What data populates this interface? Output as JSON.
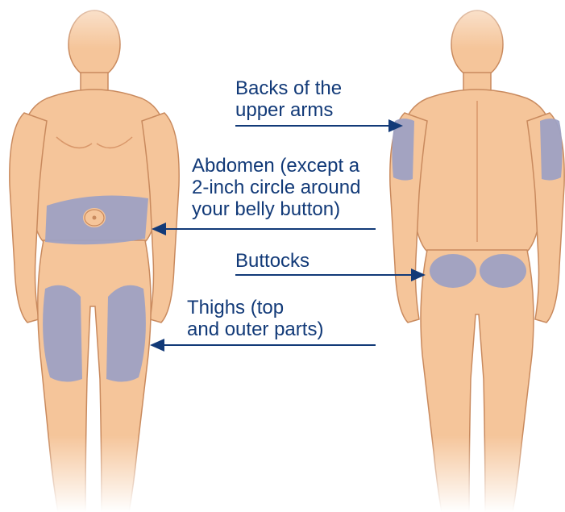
{
  "labels": {
    "backs_of_upper_arms": [
      "Backs of the",
      "upper arms"
    ],
    "abdomen": [
      "Abdomen (except a",
      "2-inch circle around",
      "your belly button)"
    ],
    "buttocks": [
      "Buttocks"
    ],
    "thighs": [
      "Thighs (top",
      "and outer parts)"
    ]
  },
  "colors": {
    "skin": "#f5c59a",
    "skin_shadow": "#e6a877",
    "outline": "#c98a5e",
    "injection_zone": "#9ea1c3",
    "label_text": "#123a78",
    "arrow": "#123a78"
  }
}
